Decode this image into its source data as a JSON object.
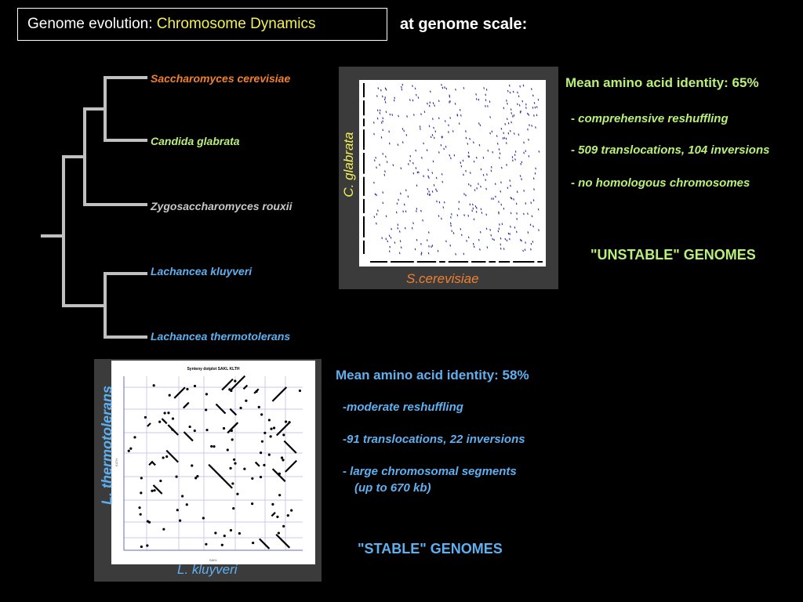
{
  "slide": {
    "title_prefix": "Genome evolution: ",
    "title_highlight": "Chromosome Dynamics",
    "subtitle": "at genome scale:"
  },
  "colors": {
    "background": "#000000",
    "highlight_yellow": "#f3f05a",
    "green": "#b8f07a",
    "blue": "#5fb0f0",
    "orange": "#f08030",
    "gray_label": "#c8c8c8",
    "tree_gray": "#c0c0c0",
    "dot_blue": "#2b2ba0",
    "panel_gray": "#3b3b3b"
  },
  "tree": {
    "species": [
      {
        "name": "Saccharomyces cerevisiae",
        "color": "#f08030"
      },
      {
        "name": "Candida glabrata",
        "color": "#b8f07a"
      },
      {
        "name": "Zygosaccharomyces rouxii",
        "color": "#c8c8c8"
      },
      {
        "name": "Lachancea kluyveri",
        "color": "#5fb0f0"
      },
      {
        "name": "Lachancea thermotolerans",
        "color": "#5fb0f0"
      }
    ]
  },
  "comparison_top": {
    "x_axis_label": "S.cerevisiae",
    "y_axis_label": "C. glabrata",
    "heading_label": "Mean amino acid identity: ",
    "heading_value": "65%",
    "bullets": [
      {
        "dash": "- ",
        "text": "comprehensive reshuffling"
      },
      {
        "dash": "- ",
        "text": "509 translocations, 104 inversions"
      },
      {
        "dash": "- ",
        "text": "no homologous chromosomes"
      }
    ],
    "verdict": "\"UNSTABLE\" GENOMES"
  },
  "comparison_bottom": {
    "x_axis_label": "L. kluyveri",
    "y_axis_label": "L. thermotolerans",
    "plot_title": "Synteny dotplot SAKL KLTH",
    "plot_xlabel": "SAKL",
    "plot_ylabel": "KLTH",
    "heading_label": "Mean amino acid identity: ",
    "heading_value": "58%",
    "bullets": [
      {
        "dash": "-",
        "text": "moderate reshuffling"
      },
      {
        "dash": "-",
        "text": "91 translocations, 22 inversions"
      },
      {
        "dash": "- ",
        "text": "large chromosomal segments"
      }
    ],
    "bullet_continuation": "(up to 670 kb)",
    "verdict": "\"STABLE\" GENOMES"
  }
}
